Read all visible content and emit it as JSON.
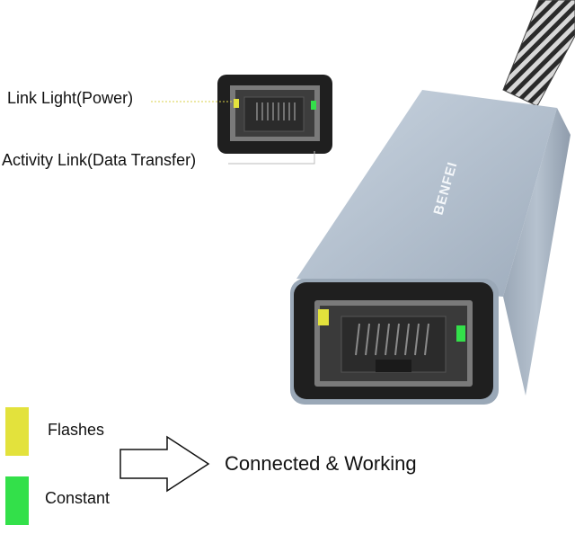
{
  "labels": {
    "link_light": "Link Light(Power)",
    "activity_link": "Activity Link(Data Transfer)",
    "flashes": "Flashes",
    "constant": "Constant",
    "connected": "Connected & Working"
  },
  "brand": {
    "logo_text": "BENFEI"
  },
  "colors": {
    "flash": "#e3e23c",
    "constant": "#33e04a",
    "housing": "#a9b7c6",
    "port_frame": "#1f1f1f"
  },
  "icons": {
    "arrow": "right-arrow-outline-icon"
  }
}
